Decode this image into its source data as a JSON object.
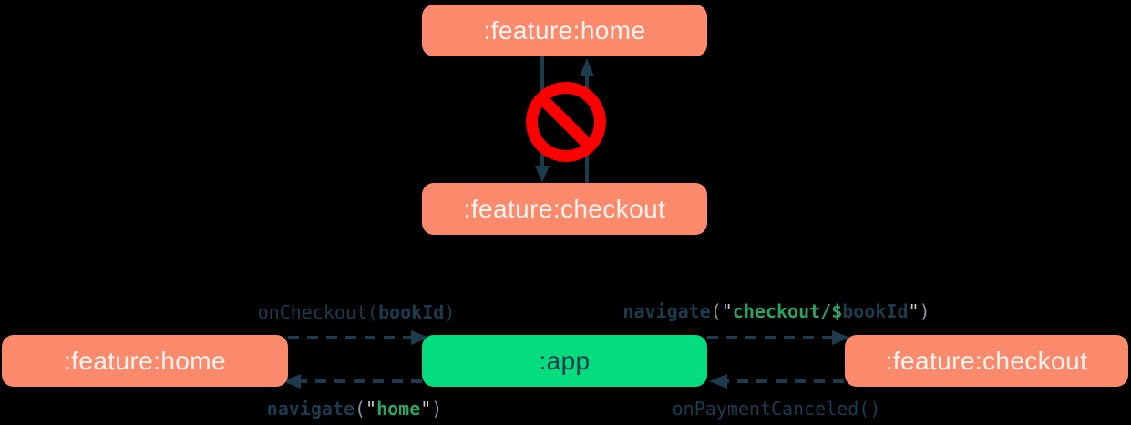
{
  "colors": {
    "bg": "#000000",
    "salmon": "#fb8a6c",
    "mint": "#05dc7e",
    "navy": "#1c3b4e",
    "red": "#fa0000",
    "code-green": "#2ea25f",
    "code-paren": "#8d979d",
    "code-quote": "#c3ccd1",
    "node-text": "#fbf5f2"
  },
  "icons": {
    "no_dependency": "no-entry-ban"
  },
  "top_diagram": {
    "home_label": ":feature:home",
    "checkout_label": ":feature:checkout"
  },
  "bottom_diagram": {
    "home_label": ":feature:home",
    "app_label": ":app",
    "checkout_label": ":feature:checkout",
    "edges": {
      "on_checkout": {
        "fn": "onCheckout(",
        "arg": "bookId",
        "close": ")"
      },
      "navigate_home": {
        "fn": "navigate",
        "open": "(",
        "q1": "\"",
        "str": "home",
        "q2": "\"",
        "close": ")"
      },
      "navigate_checkout": {
        "fn": "navigate",
        "open": "(",
        "q1": "\"",
        "str": "checkout/$",
        "arg": "bookId",
        "q2": "\"",
        "close": ")"
      },
      "on_payment_canceled": {
        "text": "onPaymentCanceled()"
      }
    }
  }
}
